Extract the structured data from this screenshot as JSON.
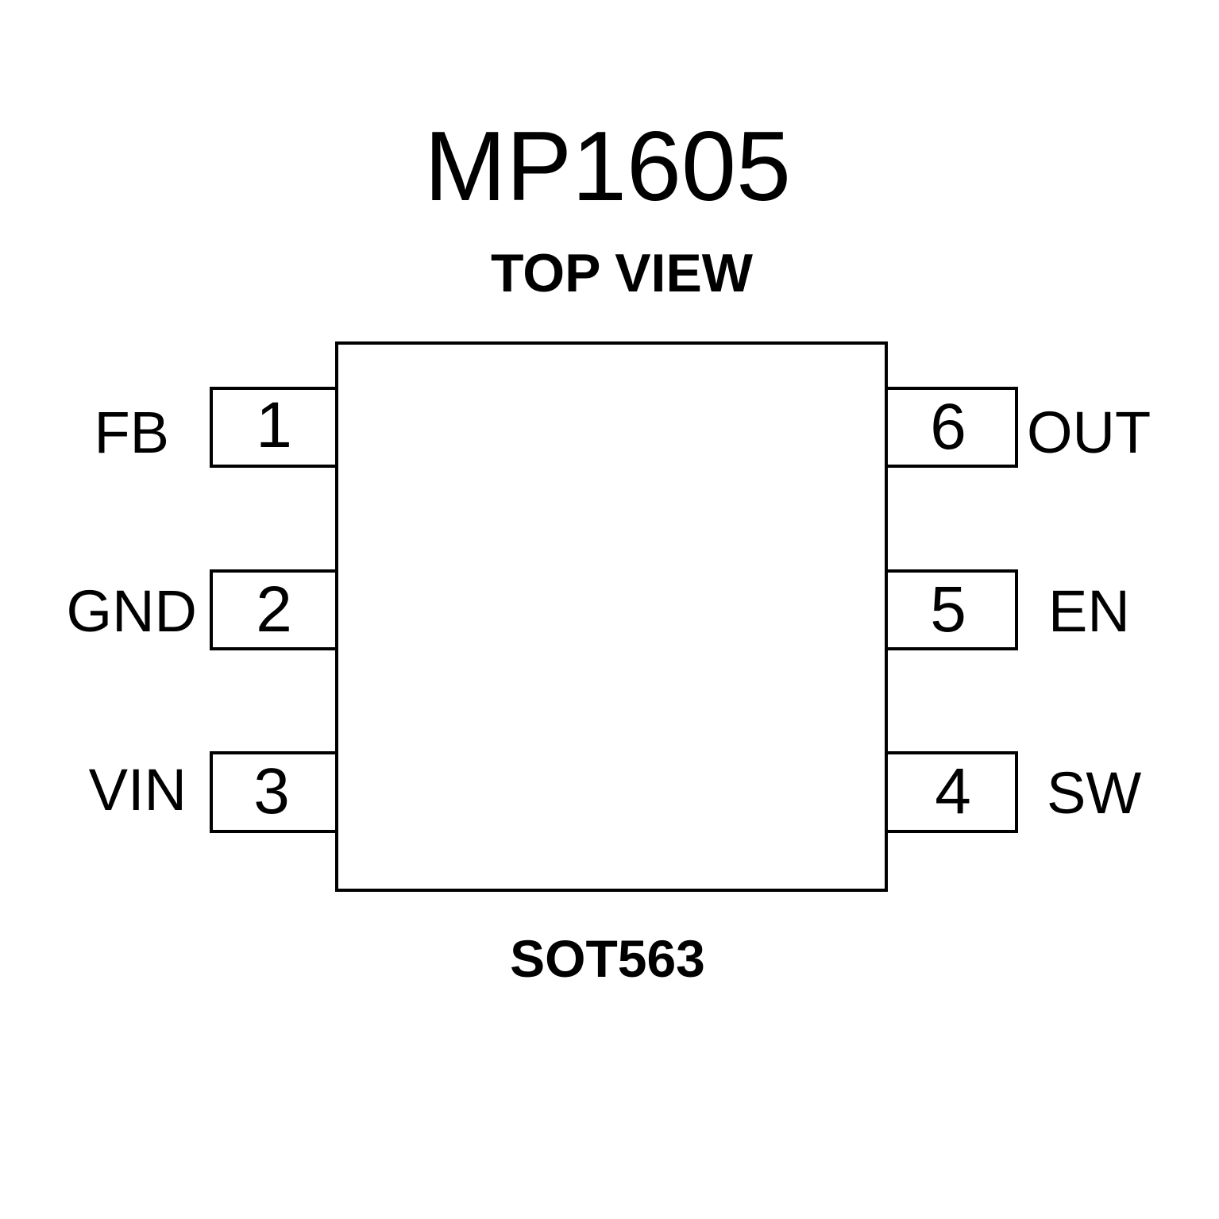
{
  "title": "MP1605",
  "subtitle": "TOP VIEW",
  "package": "SOT563",
  "pins": [
    {
      "number": "1",
      "name": "FB"
    },
    {
      "number": "2",
      "name": "GND"
    },
    {
      "number": "3",
      "name": "VIN"
    },
    {
      "number": "4",
      "name": "SW"
    },
    {
      "number": "5",
      "name": "EN"
    },
    {
      "number": "6",
      "name": "OUT"
    }
  ]
}
